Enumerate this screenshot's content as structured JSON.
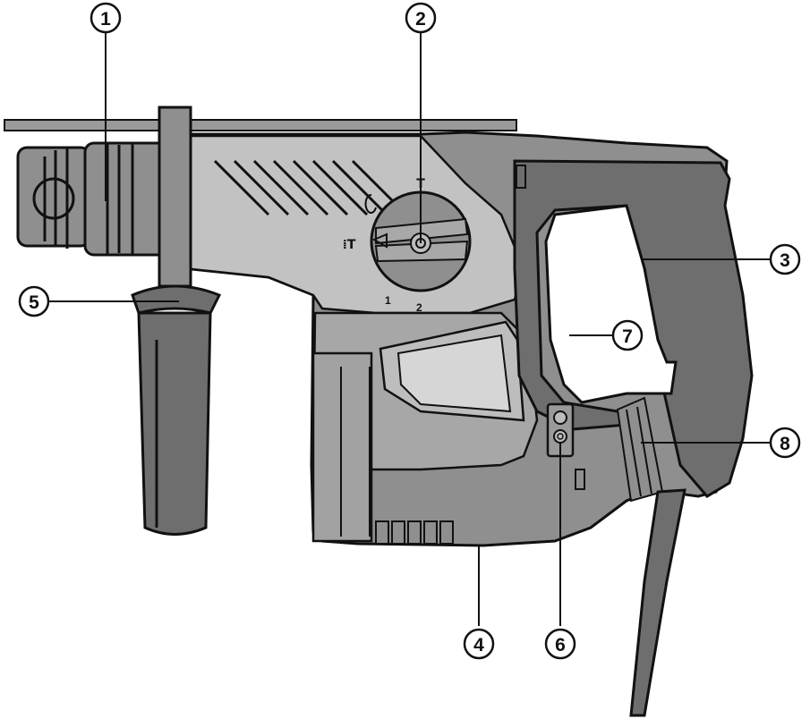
{
  "callouts": [
    {
      "number": "1"
    },
    {
      "number": "2"
    },
    {
      "number": "3"
    },
    {
      "number": "4"
    },
    {
      "number": "5"
    },
    {
      "number": "6"
    },
    {
      "number": "7"
    },
    {
      "number": "8"
    }
  ],
  "dial": {
    "hammer_drill_symbol": "⁞T",
    "chisel_symbol": "T",
    "lock_mark_1": "1",
    "lock_mark_2": "2"
  },
  "colors": {
    "body_dark": "#8f8f8f",
    "body_light": "#c2c2c2",
    "outline": "#111111",
    "handle": "#6e6e6e"
  }
}
